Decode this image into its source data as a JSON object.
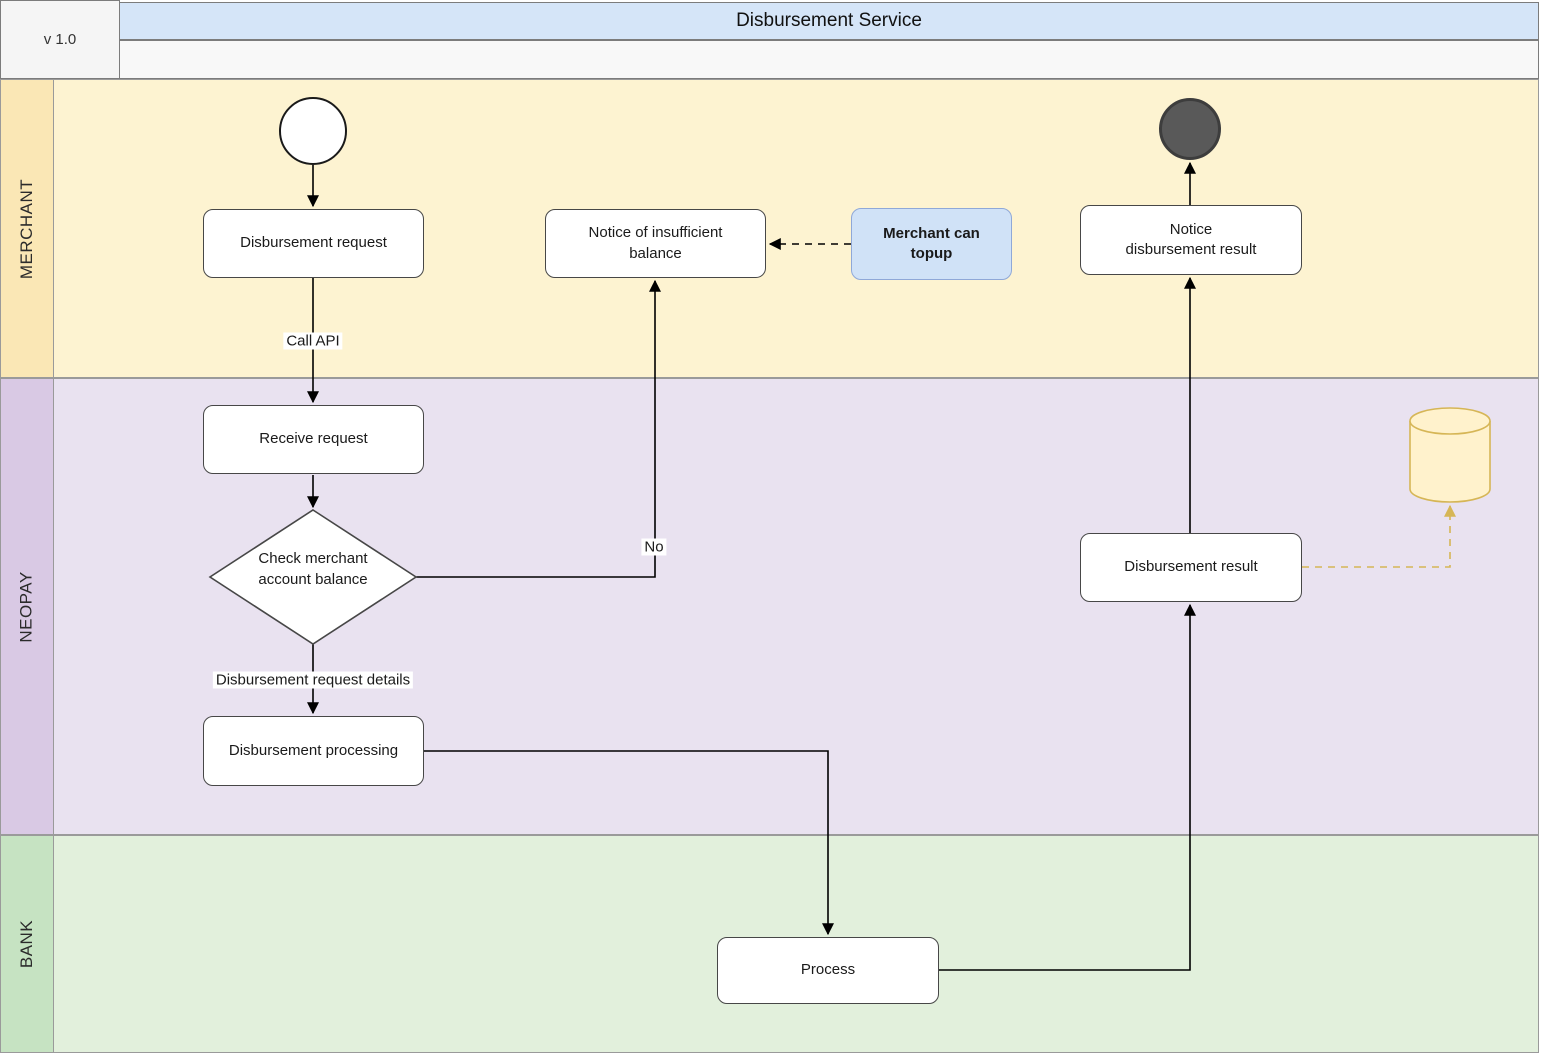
{
  "header": {
    "version": "v 1.0",
    "title": "Disbursement Service"
  },
  "lanes": {
    "merchant": {
      "label": "MERCHANT"
    },
    "neopay": {
      "label": "NEOPAY"
    },
    "bank": {
      "label": "BANK"
    }
  },
  "nodes": {
    "start": {
      "icon": "start-circle"
    },
    "end": {
      "icon": "end-circle-filled"
    },
    "disbursement_request": {
      "label": "Disbursement request"
    },
    "notice_insufficient_balance": {
      "label": "Notice of insufficient\nbalance"
    },
    "merchant_can_topup": {
      "label": "Merchant can\ntopup"
    },
    "notice_disbursement_result": {
      "label": "Notice\ndisbursement result"
    },
    "receive_request": {
      "label": "Receive request"
    },
    "check_merchant_account_balance": {
      "label": "Check merchant\naccount balance"
    },
    "disbursement_processing": {
      "label": "Disbursement processing"
    },
    "disbursement_result": {
      "label": "Disbursement result"
    },
    "process": {
      "label": "Process"
    },
    "database": {
      "icon": "datastore-cylinder"
    }
  },
  "edge_labels": {
    "call_api": "Call API",
    "no": "No",
    "disbursement_request_details": "Disbursement request details"
  },
  "colors": {
    "title_bar": "#d5e5f8",
    "merchant_lane": "#fdf3d1",
    "merchant_label_col": "#fae7b5",
    "neopay_lane": "#e9e2f0",
    "neopay_label_col": "#d9c9e4",
    "bank_lane": "#e2f0dc",
    "bank_label_col": "#c6e3c2",
    "topup_node_fill": "#d0e2f7",
    "end_circle_fill": "#595959",
    "database_fill": "#fff2cc",
    "database_stroke": "#d6b656"
  }
}
